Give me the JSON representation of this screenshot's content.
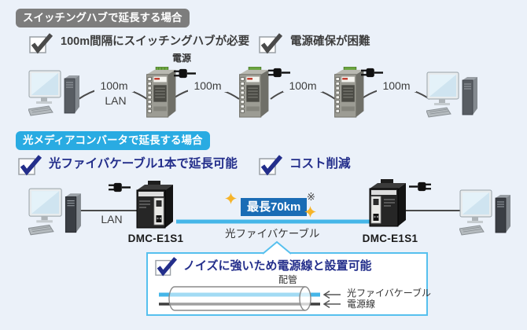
{
  "colors": {
    "background": "#ebf1f9",
    "badge_gray": "#7d7d7d",
    "badge_cyan": "#29abe2",
    "navy_text": "#232e8b",
    "distance_badge_blue": "#1a6cb5",
    "fiber_blue": "#45b6e8",
    "callout_border": "#56c0ee",
    "sparkle_gold": "#f6b42a"
  },
  "section1": {
    "badge": "スイッチングハブで延長する場合",
    "checks": [
      "100m間隔にスイッチングハブが必要",
      "電源確保が困難"
    ],
    "power_label": "電源",
    "lan_label": "LAN",
    "link_distances": [
      "100m",
      "100m",
      "100m",
      "100m"
    ]
  },
  "section2": {
    "badge": "光メディアコンバータで延長する場合",
    "checks": [
      "光ファイバケーブル1本で延長可能",
      "コスト削減"
    ],
    "lan_label": "LAN",
    "distance_badge": "最長70km",
    "note_mark": "※",
    "fiber_label": "光ファイバケーブル",
    "device_left_model": "DMC-E1S1",
    "device_right_model": "DMC-E1S1"
  },
  "callout": {
    "check": "ノイズに強いため電源線と設置可能",
    "pipe_label": "配管",
    "cable_labels": [
      "光ファイバケーブル",
      "電源線"
    ]
  }
}
